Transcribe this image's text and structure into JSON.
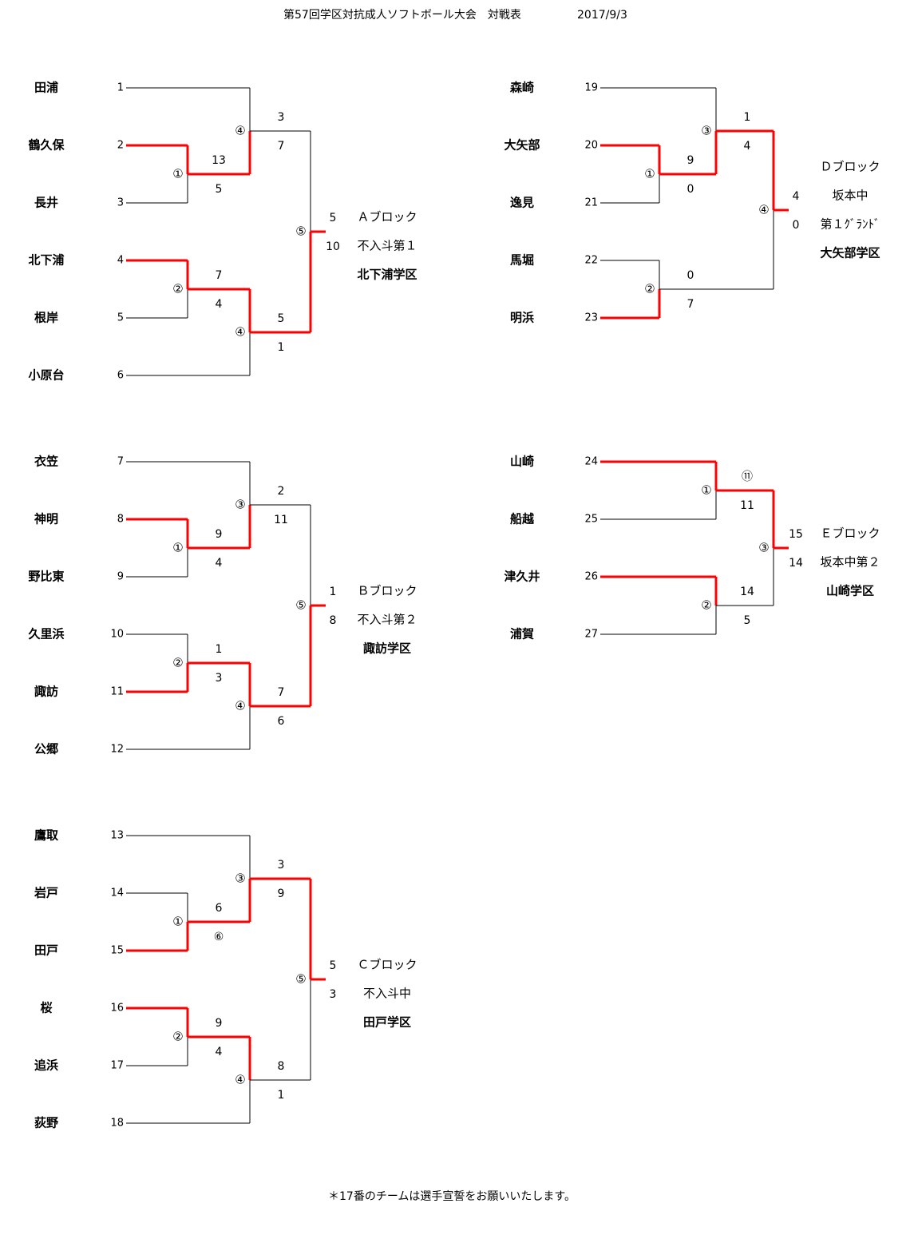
{
  "header": {
    "title": "第57回学区対抗成人ソフトボール大会　対戦表",
    "date": "2017/9/3"
  },
  "footer": {
    "note": "＊17番のチームは選手宣誓をお願いいたします。"
  },
  "colors": {
    "line": "#000000",
    "winner_line": "#ff0000"
  },
  "blocks": [
    {
      "name": "Ａブロック",
      "venue": "不入斗第１",
      "winner": "北下浦学区",
      "teams": [
        {
          "no": "1",
          "name": "田浦"
        },
        {
          "no": "2",
          "name": "鶴久保"
        },
        {
          "no": "3",
          "name": "長井"
        },
        {
          "no": "4",
          "name": "北下浦"
        },
        {
          "no": "5",
          "name": "根岸"
        },
        {
          "no": "6",
          "name": "小原台"
        }
      ],
      "games": [
        {
          "label": "①",
          "scores": [
            "13",
            "5"
          ]
        },
        {
          "label": "②",
          "scores": [
            "7",
            "4"
          ]
        },
        {
          "label": "④",
          "scores": [
            "3",
            "7"
          ]
        },
        {
          "label": "④",
          "scores": [
            "5",
            "1"
          ]
        },
        {
          "label": "⑤",
          "scores": [
            "5",
            "10"
          ]
        }
      ]
    },
    {
      "name": "Ｂブロック",
      "venue": "不入斗第２",
      "winner": "諏訪学区",
      "teams": [
        {
          "no": "7",
          "name": "衣笠"
        },
        {
          "no": "8",
          "name": "神明"
        },
        {
          "no": "9",
          "name": "野比東"
        },
        {
          "no": "10",
          "name": "久里浜"
        },
        {
          "no": "11",
          "name": "諏訪"
        },
        {
          "no": "12",
          "name": "公郷"
        }
      ],
      "games": [
        {
          "label": "①",
          "scores": [
            "9",
            "4"
          ]
        },
        {
          "label": "②",
          "scores": [
            "1",
            "3"
          ]
        },
        {
          "label": "③",
          "scores": [
            "2",
            "11"
          ]
        },
        {
          "label": "④",
          "scores": [
            "7",
            "6"
          ]
        },
        {
          "label": "⑤",
          "scores": [
            "1",
            "8"
          ]
        }
      ]
    },
    {
      "name": "Ｃブロック",
      "venue": "不入斗中",
      "winner": "田戸学区",
      "teams": [
        {
          "no": "13",
          "name": "鷹取"
        },
        {
          "no": "14",
          "name": "岩戸"
        },
        {
          "no": "15",
          "name": "田戸"
        },
        {
          "no": "16",
          "name": "桜"
        },
        {
          "no": "17",
          "name": "追浜"
        },
        {
          "no": "18",
          "name": "荻野"
        }
      ],
      "games": [
        {
          "label": "①",
          "scores": [
            "6",
            "⑥"
          ]
        },
        {
          "label": "②",
          "scores": [
            "9",
            "4"
          ]
        },
        {
          "label": "③",
          "scores": [
            "3",
            "9"
          ]
        },
        {
          "label": "④",
          "scores": [
            "8",
            "1"
          ]
        },
        {
          "label": "⑤",
          "scores": [
            "5",
            "3"
          ]
        }
      ]
    },
    {
      "name": "Ｄブロック",
      "venue": "坂本中",
      "venue2": "第１ｸﾞﾗﾝﾄﾞ",
      "winner": "大矢部学区",
      "teams": [
        {
          "no": "19",
          "name": "森崎"
        },
        {
          "no": "20",
          "name": "大矢部"
        },
        {
          "no": "21",
          "name": "逸見"
        },
        {
          "no": "22",
          "name": "馬堀"
        },
        {
          "no": "23",
          "name": "明浜"
        }
      ],
      "games": [
        {
          "label": "①",
          "scores": [
            "9",
            "0"
          ]
        },
        {
          "label": "②",
          "scores": [
            "0",
            "7"
          ]
        },
        {
          "label": "③",
          "scores": [
            "1",
            "4"
          ]
        },
        {
          "label": "④",
          "scores": [
            "4",
            "0"
          ]
        }
      ]
    },
    {
      "name": "Ｅブロック",
      "venue": "坂本中第２",
      "winner": "山崎学区",
      "teams": [
        {
          "no": "24",
          "name": "山崎"
        },
        {
          "no": "25",
          "name": "船越"
        },
        {
          "no": "26",
          "name": "津久井"
        },
        {
          "no": "27",
          "name": "浦賀"
        }
      ],
      "games": [
        {
          "label": "①",
          "scores": [
            "⑪",
            "11"
          ]
        },
        {
          "label": "②",
          "scores": [
            "14",
            "5"
          ]
        },
        {
          "label": "③",
          "scores": [
            "15",
            "14"
          ]
        }
      ]
    }
  ]
}
